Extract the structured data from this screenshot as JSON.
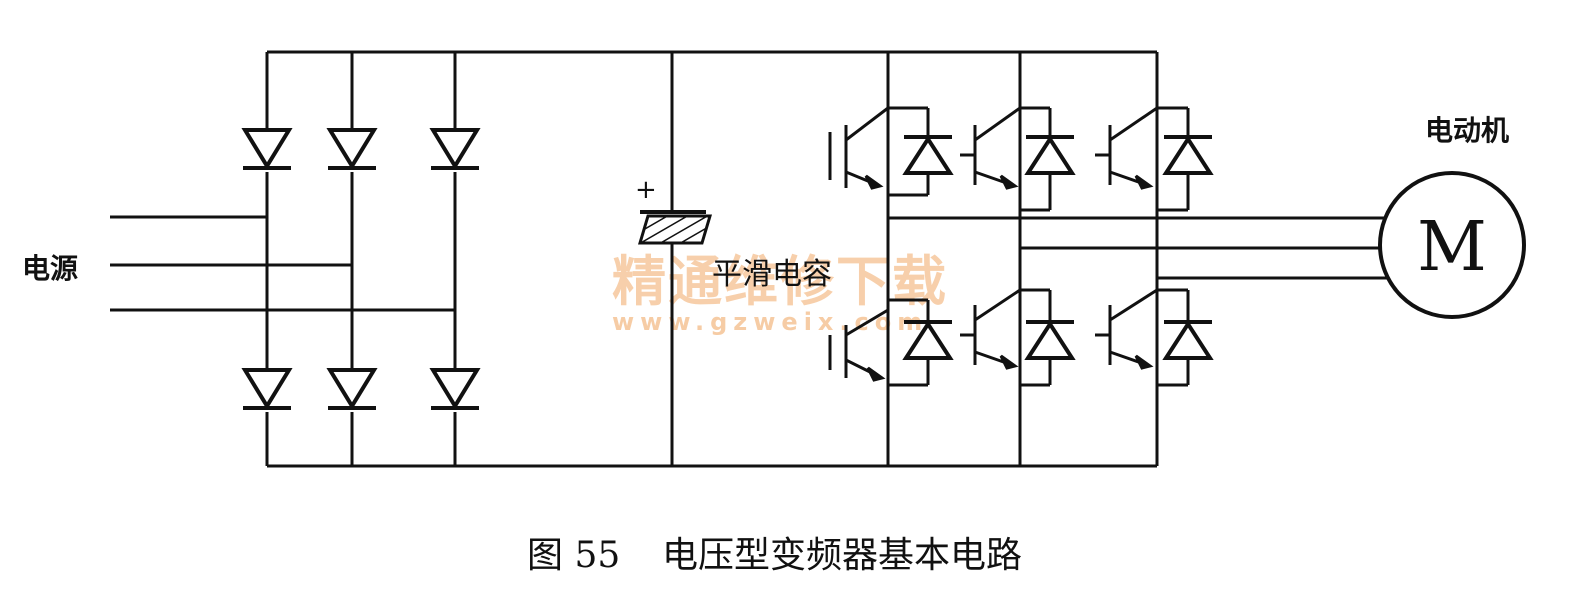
{
  "labels": {
    "power_source": "电源",
    "motor": "电动机",
    "motor_symbol": "M",
    "smoothing_capacitor": "平滑电容",
    "capacitor_polarity": "+"
  },
  "caption": {
    "figure": "图 55",
    "title": "电压型变频器基本电路"
  },
  "watermark": {
    "brand": "精通维修下载",
    "url": "www.gzweix.com"
  },
  "colors": {
    "line": "#111111",
    "watermark": "#f5c08f"
  }
}
